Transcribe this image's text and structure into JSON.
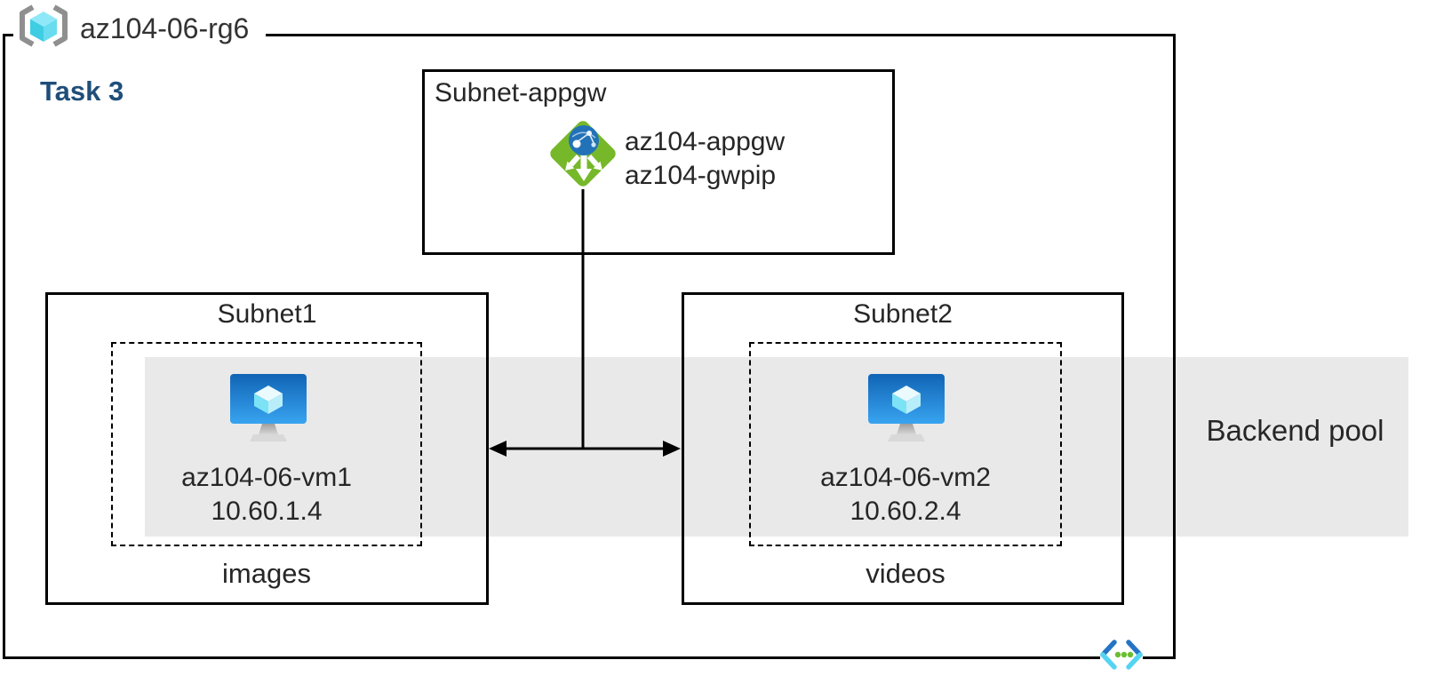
{
  "header": {
    "resource_group_label": "az104-06-rg6",
    "task_label": "Task 3"
  },
  "appgw_box": {
    "title": "Subnet-appgw",
    "gateway_name": "az104-appgw",
    "gateway_pip": "az104-gwpip"
  },
  "subnet1": {
    "title": "Subnet1",
    "vm_name": "az104-06-vm1",
    "vm_ip": "10.60.1.4",
    "caption": "images"
  },
  "subnet2": {
    "title": "Subnet2",
    "vm_name": "az104-06-vm2",
    "vm_ip": "10.60.2.4",
    "caption": "videos"
  },
  "backend_pool": {
    "label": "Backend pool"
  },
  "icons": {
    "resource_group": "resource-group-icon",
    "application_gateway": "application-gateway-icon",
    "virtual_machine": "virtual-machine-icon",
    "virtual_network": "virtual-network-icon"
  },
  "colors": {
    "task_text": "#1f4e79",
    "band": "#e9e9e9",
    "border": "#000000",
    "appgw_green": "#76b82a",
    "globe_blue": "#2272b8",
    "vm_blue_top": "#1164b6",
    "vm_blue_bottom": "#38a4f0",
    "cube_top": "#8fe8f8",
    "cube_left": "#3fcde4",
    "cube_right": "#69dcf0",
    "bracket_gray": "#8f8f8f",
    "vnet_dark": "#2474c4",
    "vnet_light": "#55d4f2",
    "vnet_dot": "#6abe30"
  }
}
